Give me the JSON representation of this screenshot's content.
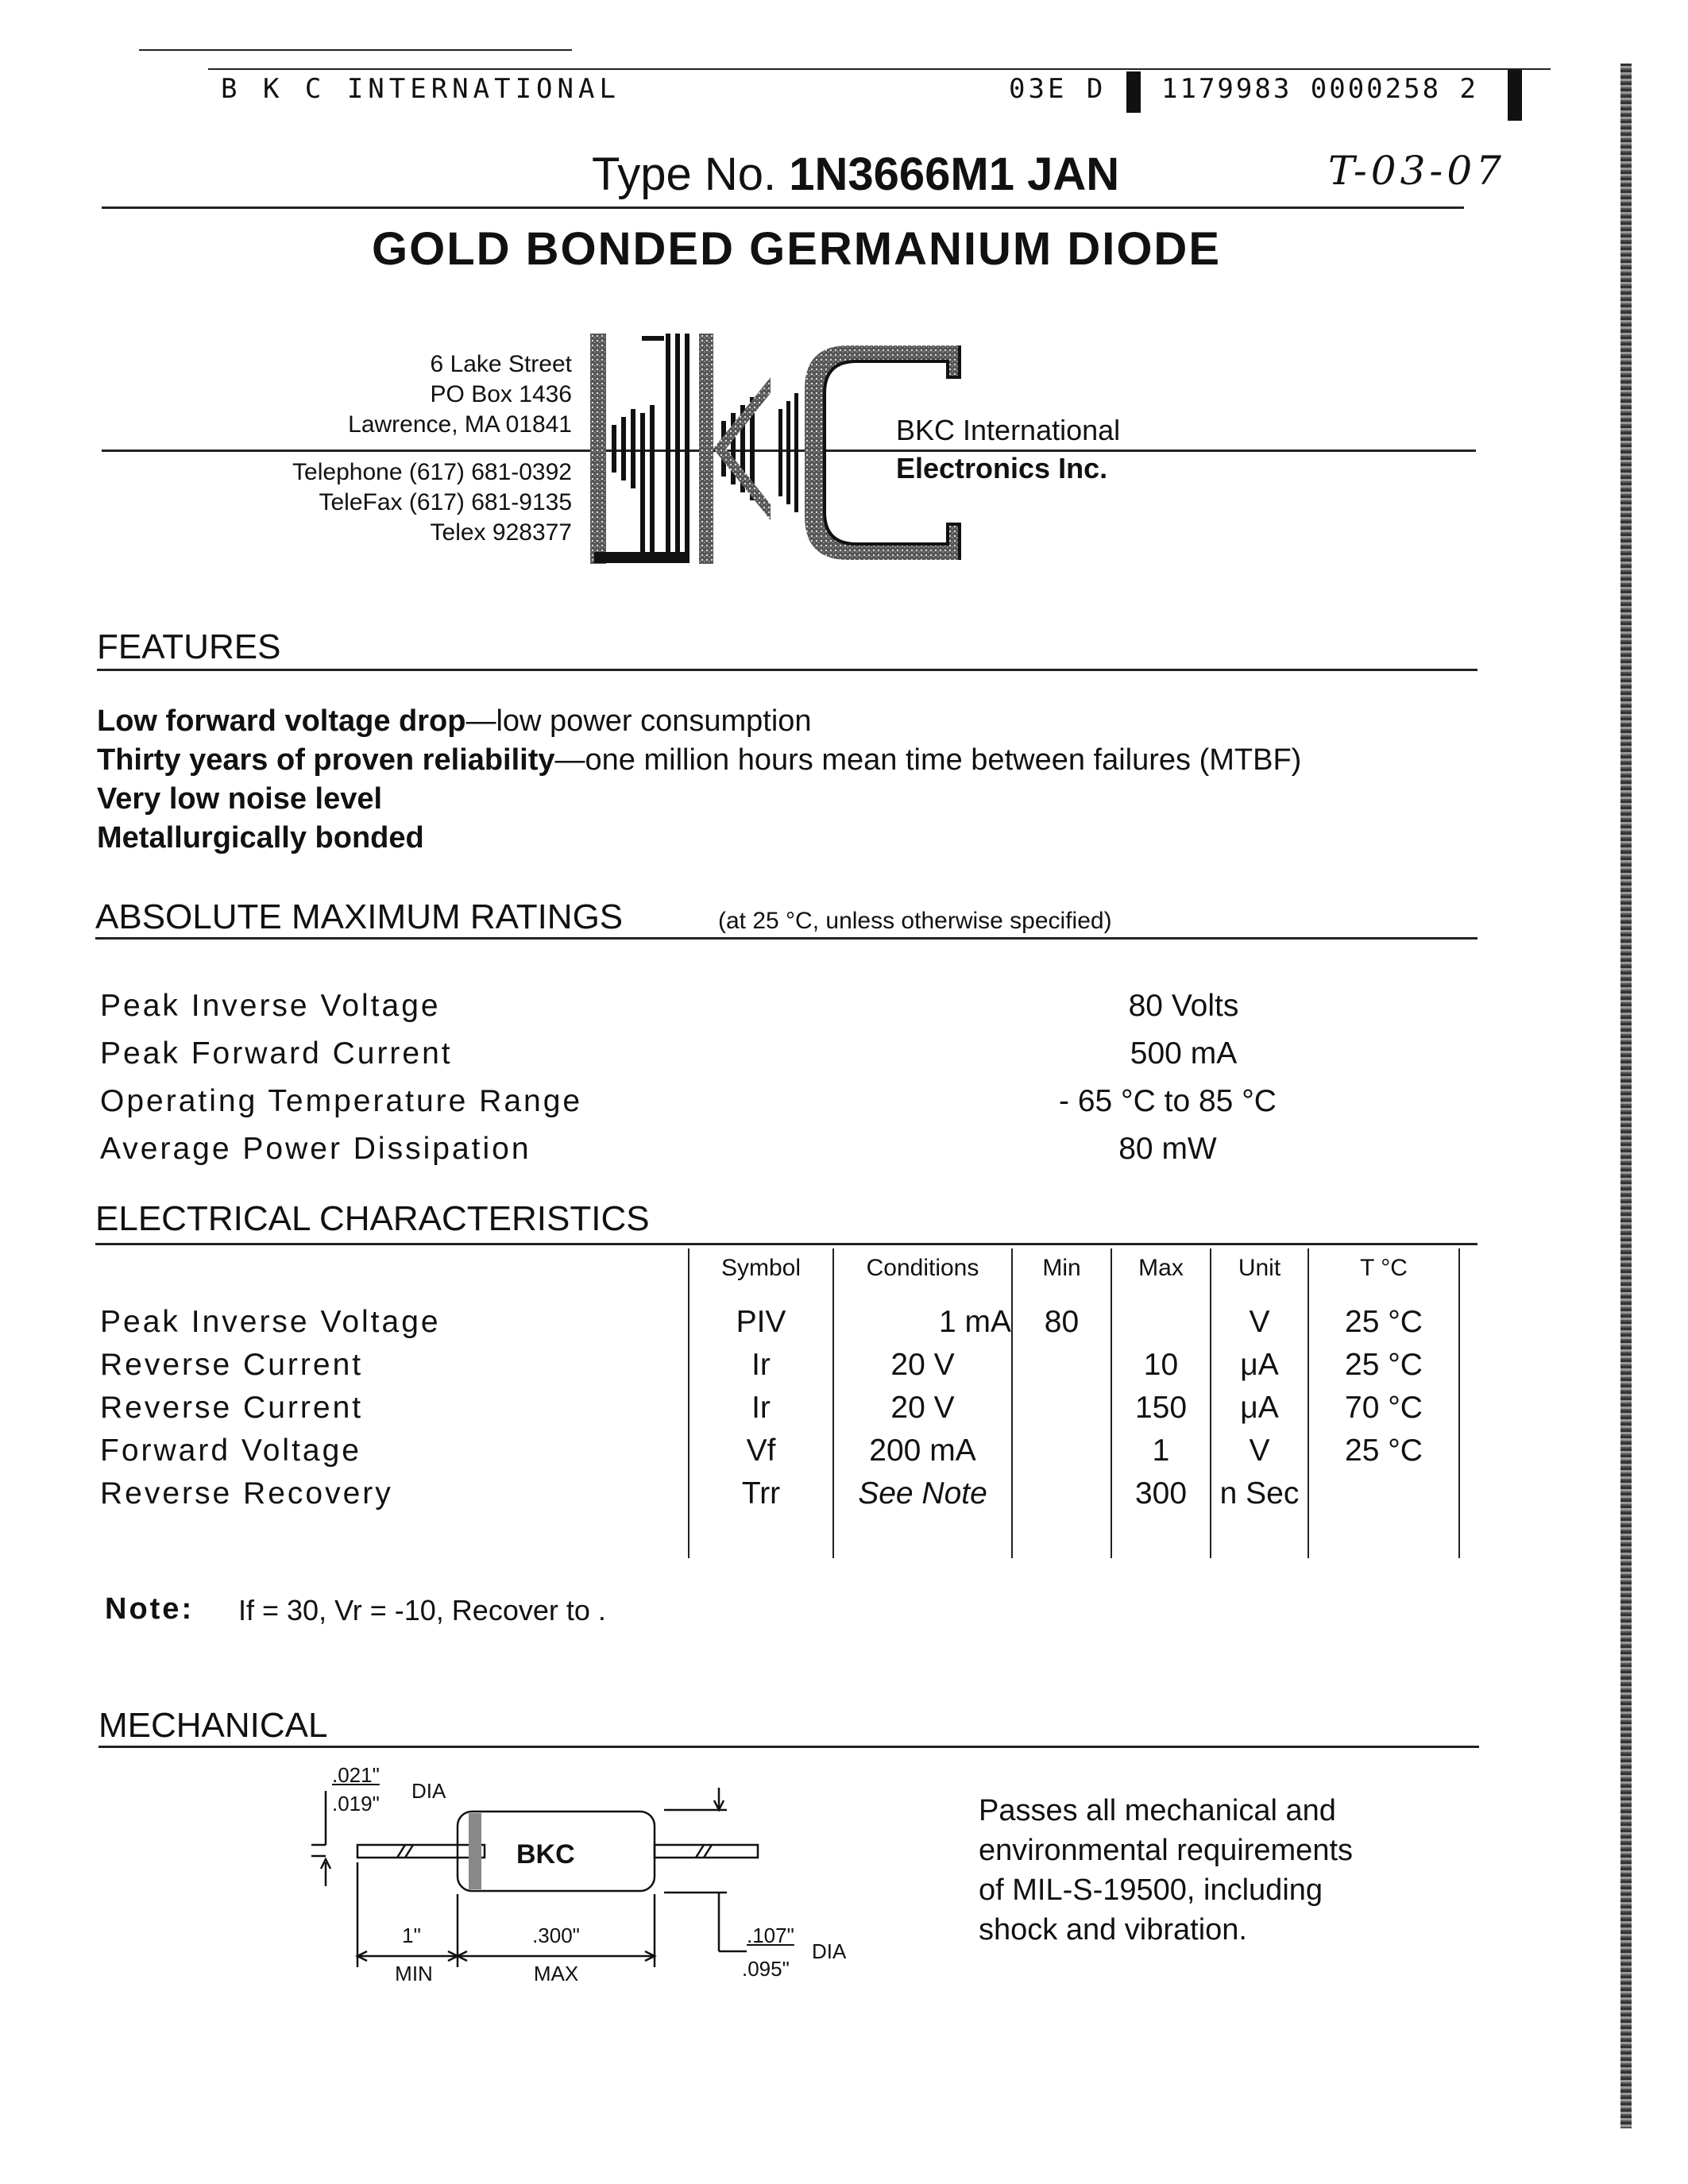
{
  "header": {
    "company_line": "B K C INTERNATIONAL",
    "code_left": "03E D",
    "code_right": "1179983 0000258 2",
    "handwritten_code": "T-03-07"
  },
  "title": {
    "type_prefix": "Type No.",
    "type_number": "1N3666M1 JAN",
    "product": "GOLD BONDED GERMANIUM DIODE"
  },
  "address": {
    "street": "6 Lake Street",
    "po_box": "PO Box 1436",
    "city": "Lawrence, MA 01841",
    "telephone": "Telephone (617) 681-0392",
    "telefax": "TeleFax (617) 681-9135",
    "telex": "Telex 928377"
  },
  "logo": {
    "text": "BKC",
    "company_line1": "BKC International",
    "company_line2": "Electronics Inc."
  },
  "features": {
    "heading": "FEATURES",
    "items": [
      {
        "bold": "Low forward voltage drop",
        "rest": "—low power consumption"
      },
      {
        "bold": "Thirty years of proven reliability",
        "rest": "—one million hours mean time between failures (MTBF)"
      },
      {
        "bold": "Very low noise level",
        "rest": ""
      },
      {
        "bold": "Metallurgically bonded",
        "rest": ""
      }
    ]
  },
  "ratings": {
    "heading": "ABSOLUTE MAXIMUM RATINGS",
    "note": "(at 25 °C, unless otherwise specified)",
    "rows": [
      {
        "label": "Peak Inverse Voltage",
        "value": "80 Volts"
      },
      {
        "label": "Peak Forward Current",
        "value": "500 mA"
      },
      {
        "label": "Operating Temperature Range",
        "value": "- 65 °C to 85 °C"
      },
      {
        "label": "Average Power Dissipation",
        "value": "80 mW"
      }
    ]
  },
  "electrical": {
    "heading": "ELECTRICAL CHARACTERISTICS",
    "columns": [
      "Symbol",
      "Conditions",
      "Min",
      "Max",
      "Unit",
      "T °C"
    ],
    "rows": [
      {
        "label": "Peak Inverse Voltage",
        "symbol": "PIV",
        "conditions": "1 mA",
        "min": "80",
        "max": "",
        "unit": "V",
        "temp": "25 °C"
      },
      {
        "label": "Reverse Current",
        "symbol": "Ir",
        "conditions": "20 V",
        "min": "",
        "max": "10",
        "unit": "μA",
        "temp": "25 °C"
      },
      {
        "label": "Reverse Current",
        "symbol": "Ir",
        "conditions": "20 V",
        "min": "",
        "max": "150",
        "unit": "μA",
        "temp": "70 °C"
      },
      {
        "label": "Forward Voltage",
        "symbol": "Vf",
        "conditions": "200 mA",
        "min": "",
        "max": "1",
        "unit": "V",
        "temp": "25 °C"
      },
      {
        "label": "Reverse Recovery",
        "symbol": "Trr",
        "conditions": "See Note",
        "min": "",
        "max": "300",
        "unit": "n Sec",
        "temp": ""
      }
    ]
  },
  "note": {
    "label": "Note:",
    "text": "If = 30, Vr = -10, Recover to ."
  },
  "mechanical": {
    "heading": "MECHANICAL",
    "body_label": "BKC",
    "lead_dia_top": ".021\"",
    "lead_dia_bottom": ".019\"",
    "lead_dia_unit": "DIA",
    "lead_length": "1\"",
    "lead_length_note": "MIN",
    "body_length": ".300\"",
    "body_length_note": "MAX",
    "body_dia_top": ".107\"",
    "body_dia_bottom": ".095\"",
    "body_dia_unit": "DIA",
    "description": [
      "Passes all mechanical and",
      "environmental requirements",
      "of MIL-S-19500, including",
      "shock and vibration."
    ]
  }
}
